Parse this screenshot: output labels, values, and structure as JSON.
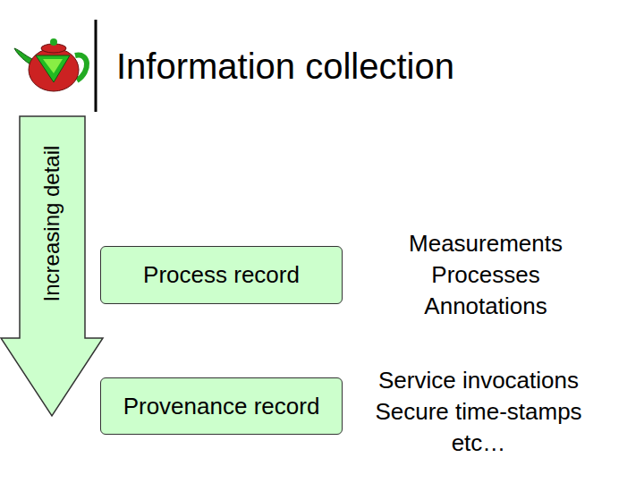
{
  "diagram": {
    "title": "Information collection",
    "nodes": [
      {
        "text": [
          "Increasing detail"
        ]
      },
      {
        "text": [
          "Process record"
        ]
      },
      {
        "text": [
          "Provenance record"
        ]
      }
    ],
    "labels": [
      "Measurements",
      "Processes",
      "Annotations",
      "Service invocations",
      "Secure time-stamps",
      "etc…"
    ]
  }
}
